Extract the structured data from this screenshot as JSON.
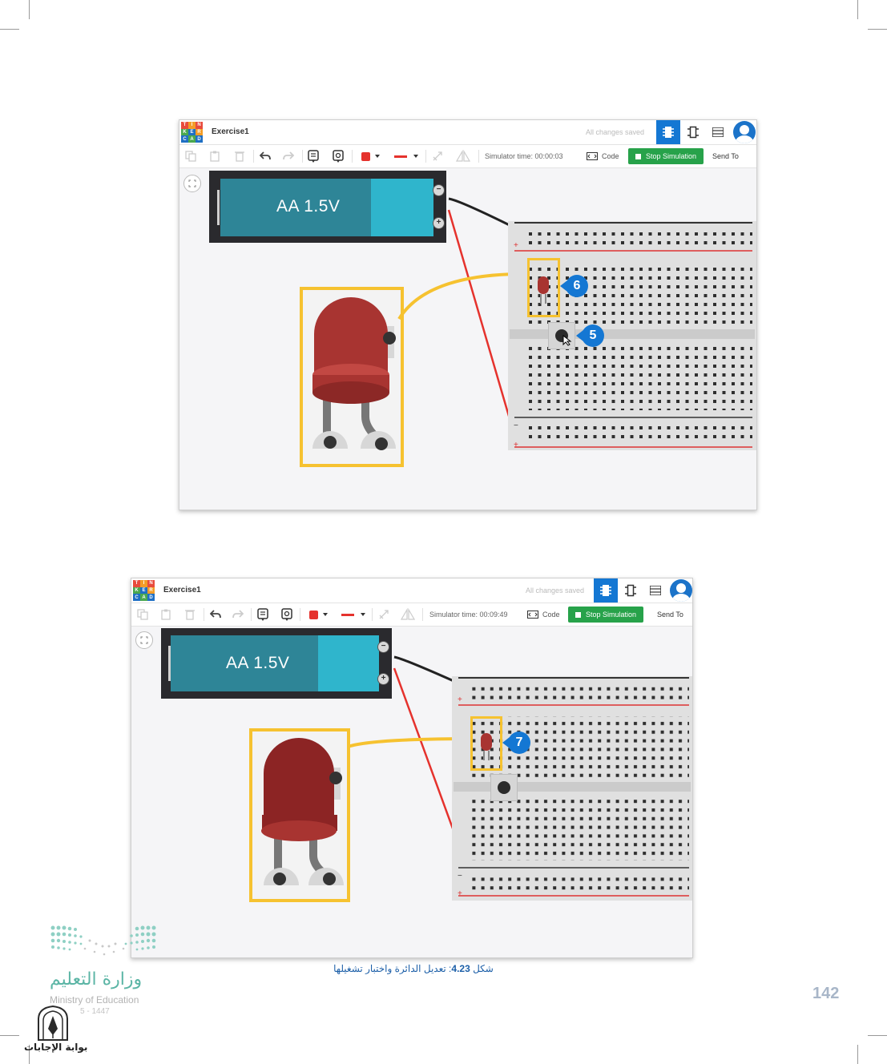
{
  "colors": {
    "accent_blue": "#1477d3",
    "stop_green": "#27a24a",
    "highlight_yellow": "#f6c230",
    "battery_teal": "#2e8597",
    "led_red": "#a8322f",
    "caption_blue": "#1c5fa8"
  },
  "screens": [
    {
      "project_name": "Exercise1",
      "save_status": "All changes saved",
      "sim_time": "Simulator time: 00:00:03",
      "code_label": "Code",
      "stop_label": "Stop Simulation",
      "sendto_label": "Send To",
      "battery_label": "AA 1.5V",
      "callouts": [
        "6",
        "5"
      ]
    },
    {
      "project_name": "Exercise1",
      "save_status": "All changes saved",
      "sim_time": "Simulator time: 00:09:49",
      "code_label": "Code",
      "stop_label": "Stop Simulation",
      "sendto_label": "Send To",
      "battery_label": "AA 1.5V",
      "callouts": [
        "7"
      ]
    }
  ],
  "logo_letters": [
    "T",
    "I",
    "N",
    "K",
    "E",
    "R",
    "C",
    "A",
    "D"
  ],
  "caption": {
    "prefix": "شكل",
    "number": "4.23",
    "text": ": تعديل الدائرة واختبار تشغيلها"
  },
  "page_number": "142",
  "footer": {
    "ministry_ar": "وزارة التعليم",
    "ministry_en": "Ministry of Education",
    "year": "5 - 1447",
    "portal": "بوابة الإجابات"
  }
}
